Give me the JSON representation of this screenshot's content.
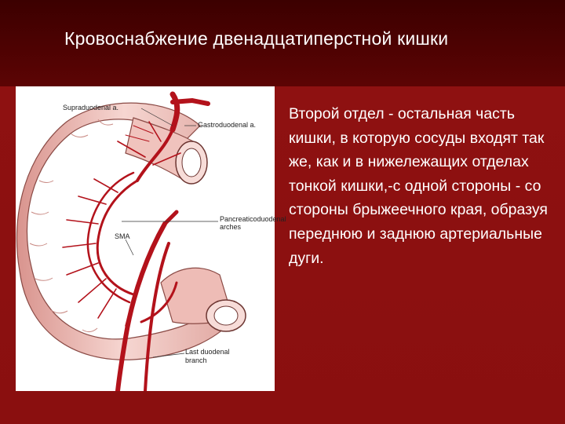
{
  "slide": {
    "title": "Кровоснабжение двенадцатиперстной кишки",
    "body_text": "Второй отдел - остальная часть кишки, в которую сосуды входят так же, как и в нижележащих отделах тонкой кишки,-с одной стороны - со стороны брыжеечного края, образуя переднюю и заднюю артериальные дуги."
  },
  "figure": {
    "labels": {
      "supraduodenal": "Supraduodenal a.",
      "gastroduodenal": "Gastroduodenal a.",
      "pancreatico_1": "Pancreaticoduodenal arches",
      "sma": "SMA",
      "last_duodenal_1": "Last duodenal",
      "last_duodenal_2": "branch"
    },
    "colors": {
      "artery": "#b3121b",
      "intestine": "#f2c9c4",
      "intestine_shade": "#d9948e"
    }
  }
}
